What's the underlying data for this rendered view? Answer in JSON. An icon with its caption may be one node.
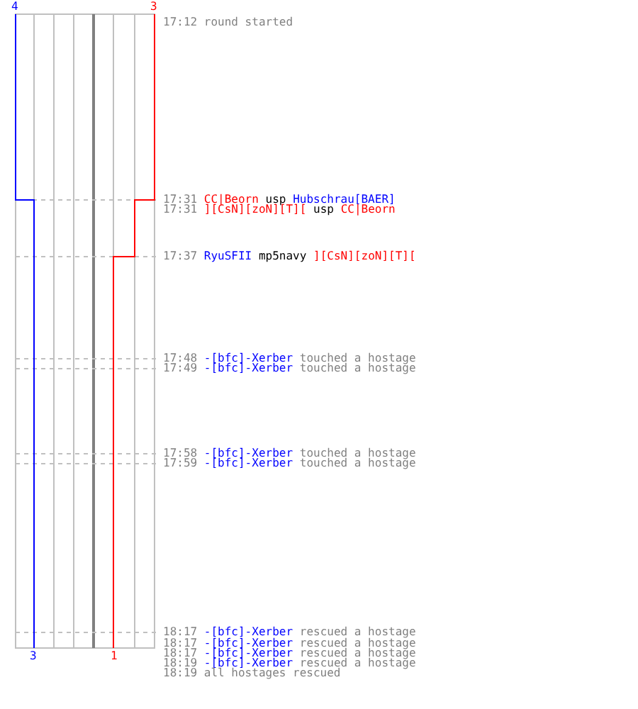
{
  "diagram": {
    "labels": [
      "4",
      "3",
      "17:12",
      "round started",
      "17:31",
      "CC|Beorn",
      "usp",
      "Hubschrau[BAER]",
      "17:31",
      "][CsN][zoN][T][",
      "usp",
      "CC|Beorn",
      "17:37",
      "RyuSFII",
      "mp5navy",
      "][CsN][zoN][T][",
      "17:48",
      "-[bfc]-Xerber",
      "touched a hostage",
      "17:49",
      "-[bfc]-Xerber",
      "touched a hostage",
      "17:58",
      "-[bfc]-Xerber",
      "touched a hostage",
      "17:59",
      "-[bfc]-Xerber",
      "touched a hostage",
      "18:17",
      "-[bfc]-Xerber",
      "rescued a hostage",
      "18:17",
      "-[bfc]-Xerber",
      "rescued a hostage",
      "18:17",
      "-[bfc]-Xerber",
      "rescued a hostage",
      "18:19",
      "-[bfc]-Xerber",
      "rescued a hostage",
      "18:19",
      "all hostages rescued",
      "3",
      "1"
    ]
  }
}
